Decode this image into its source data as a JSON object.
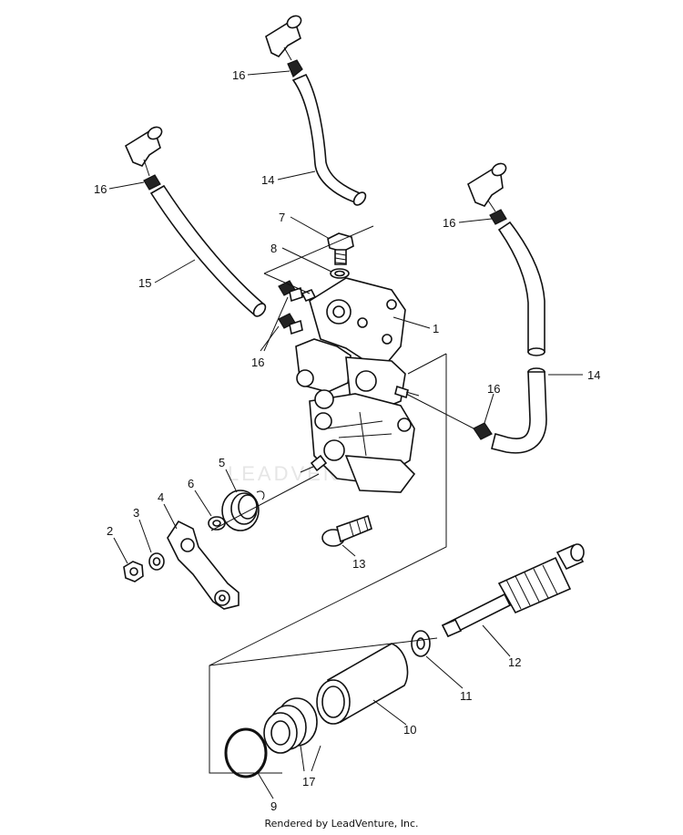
{
  "watermark": "LEADVENTURE",
  "footer": "Rendered by LeadVenture, Inc.",
  "callouts": {
    "c1": "1",
    "c2": "2",
    "c3": "3",
    "c4": "4",
    "c5": "5",
    "c6": "6",
    "c7": "7",
    "c8": "8",
    "c9": "9",
    "c10": "10",
    "c11": "11",
    "c12": "12",
    "c13": "13",
    "c14a": "14",
    "c14b": "14",
    "c15": "15",
    "c16a": "16",
    "c16b": "16",
    "c16c": "16",
    "c16d": "16",
    "c16e": "16",
    "c17": "17"
  }
}
